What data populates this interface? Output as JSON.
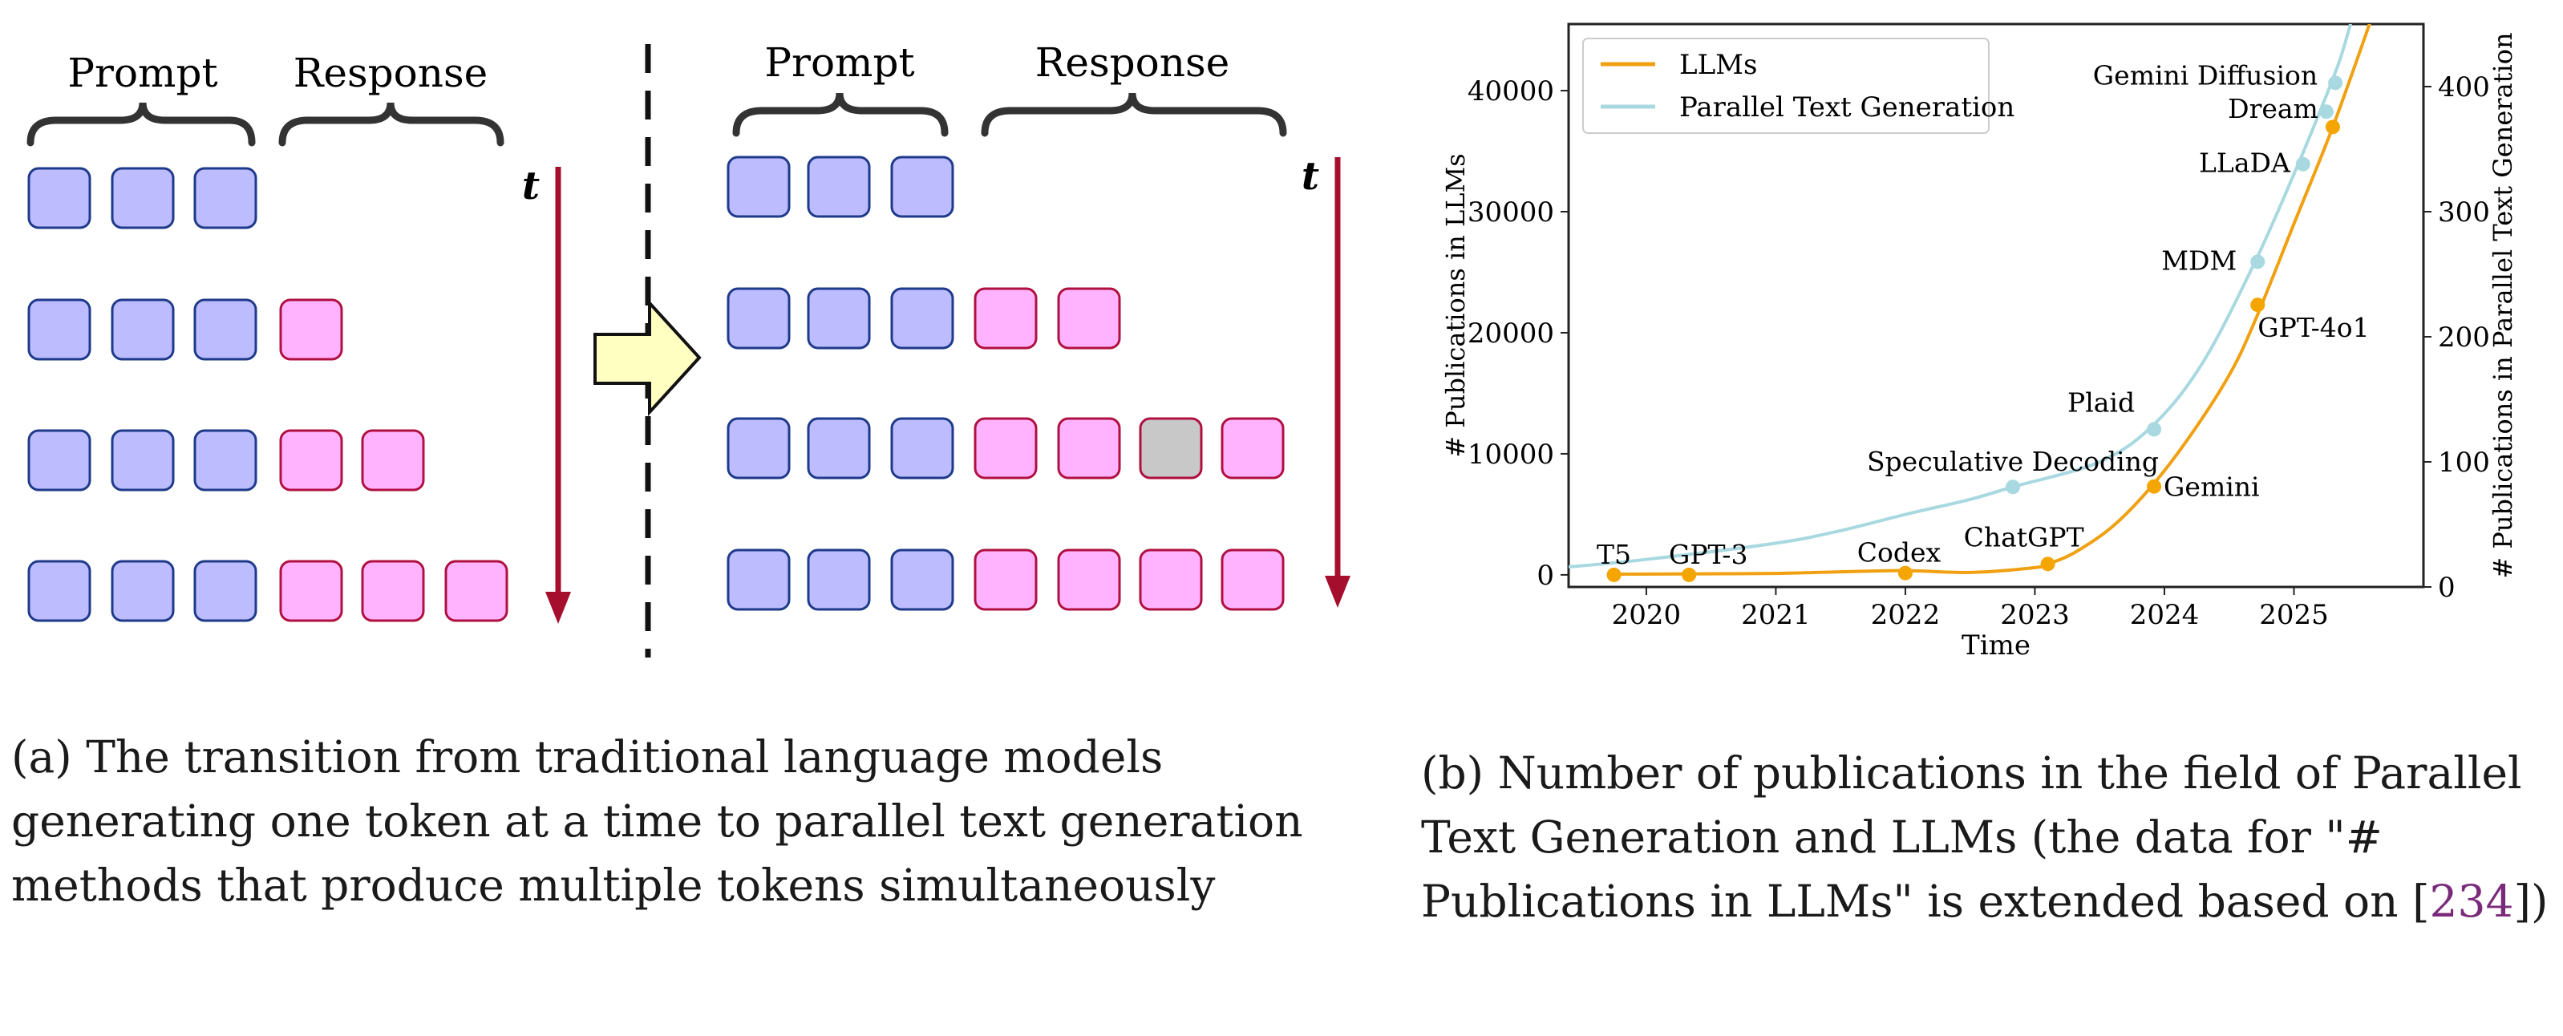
{
  "left_panel": {
    "header_prompt": "Prompt",
    "header_response": "Response",
    "time_label": "t"
  },
  "right_panel": {
    "header_prompt": "Prompt",
    "header_response": "Response",
    "time_label": "t"
  },
  "colors": {
    "prompt_fill": "#bdbcff",
    "prompt_stroke": "#1e3a8a",
    "response_fill": "#ffb3ff",
    "response_stroke": "#b01040",
    "mask_fill": "#c8c8c8",
    "time_arrow": "#a50f2d",
    "arrow_fill": "#ffffc2",
    "llm_line": "#f0a010",
    "ptg_line": "#a8d8e0"
  },
  "caption_a": {
    "tag": "(a)",
    "text": "The transition from traditional language models generating one token at a time to parallel text generation methods that produce multiple tokens simultaneously"
  },
  "caption_b": {
    "tag": "(b)",
    "text_before": "Number of publications in the field of Parallel Text Generation and LLMs (the data for \"# Publications in LLMs\" is extended based on [",
    "citation": "234",
    "text_after": "])"
  },
  "chart_data": {
    "type": "line",
    "xlabel": "Time",
    "ylabel_left": "# Publications in LLMs",
    "ylabel_right": "# Publications in Parallel Text Generation",
    "xlim": [
      2019.4,
      2026.0
    ],
    "ylim_left": [
      -1000,
      45500
    ],
    "ylim_right": [
      0,
      450
    ],
    "x_ticks": [
      2020,
      2021,
      2022,
      2023,
      2024,
      2025
    ],
    "y_ticks_left": [
      0,
      10000,
      20000,
      30000,
      40000
    ],
    "y_ticks_right": [
      0,
      100,
      200,
      300,
      400
    ],
    "legend_position": "top-left",
    "series": [
      {
        "name": "LLMs",
        "axis": "left",
        "curve": [
          [
            2019.7,
            50
          ],
          [
            2020.3,
            80
          ],
          [
            2021.0,
            120
          ],
          [
            2021.5,
            250
          ],
          [
            2022.0,
            350
          ],
          [
            2022.5,
            200
          ],
          [
            2023.0,
            600
          ],
          [
            2023.1,
            900
          ],
          [
            2023.3,
            1800
          ],
          [
            2023.6,
            4000
          ],
          [
            2023.9,
            7300
          ],
          [
            2024.2,
            11500
          ],
          [
            2024.5,
            16500
          ],
          [
            2024.7,
            21000
          ],
          [
            2025.0,
            29000
          ],
          [
            2025.3,
            37000
          ],
          [
            2025.6,
            46000
          ]
        ],
        "points": [
          {
            "x": 2019.75,
            "y": 0,
            "label": "T5"
          },
          {
            "x": 2020.33,
            "y": 0,
            "label": "GPT-3"
          },
          {
            "x": 2022.0,
            "y": 150,
            "label": "Codex"
          },
          {
            "x": 2023.1,
            "y": 900,
            "label": "ChatGPT"
          },
          {
            "x": 2023.92,
            "y": 7300,
            "label": "Gemini"
          },
          {
            "x": 2024.72,
            "y": 22300,
            "label": "GPT-4o1"
          },
          {
            "x": 2025.3,
            "y": 37000,
            "label": ""
          }
        ]
      },
      {
        "name": "Parallel Text Generation",
        "axis": "right",
        "curve": [
          [
            2019.4,
            16
          ],
          [
            2020.0,
            22
          ],
          [
            2021.0,
            35
          ],
          [
            2021.5,
            45
          ],
          [
            2022.0,
            58
          ],
          [
            2022.5,
            70
          ],
          [
            2022.83,
            80
          ],
          [
            2023.5,
            100
          ],
          [
            2023.92,
            130
          ],
          [
            2024.3,
            180
          ],
          [
            2024.7,
            260
          ],
          [
            2025.0,
            330
          ],
          [
            2025.2,
            380
          ],
          [
            2025.35,
            420
          ],
          [
            2025.45,
            455
          ]
        ],
        "points": [
          {
            "x": 2022.83,
            "y": 80,
            "label": "Speculative Decoding"
          },
          {
            "x": 2023.92,
            "y": 126,
            "label": "Plaid"
          },
          {
            "x": 2024.72,
            "y": 260,
            "label": "MDM"
          },
          {
            "x": 2025.07,
            "y": 338,
            "label": "LLaDA"
          },
          {
            "x": 2025.25,
            "y": 380,
            "label": "Dream"
          },
          {
            "x": 2025.32,
            "y": 403,
            "label": "Gemini Diffusion"
          }
        ]
      }
    ]
  }
}
